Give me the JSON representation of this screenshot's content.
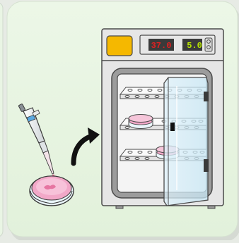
{
  "illustration": {
    "colors": {
      "page_background": "#e7ebe5",
      "panel_background": "#e9f5e4",
      "incubator_body": "#e6e6e6",
      "incubator_outline": "#4a4a4a",
      "status_light": "#f5b800",
      "display_background": "#3a3a3a",
      "temperature_digits": "#e02020",
      "co2_digits": "#b8e600",
      "culture_medium": "#f2a8c8",
      "arrow": "#111111"
    },
    "incubator_display": {
      "temperature_readout": "37.0",
      "co2_readout": "5.0",
      "control_icon": "dial-icon"
    },
    "objects": {
      "pipette": "pipette-icon",
      "petri_dish": "petri-dish-icon",
      "transfer_arrow": "curved-arrow-icon",
      "incubator": "incubator-icon"
    },
    "dishes_on_shelves": [
      {
        "shelf": "middle",
        "count": 1
      },
      {
        "shelf": "bottom",
        "count": 1
      }
    ]
  }
}
